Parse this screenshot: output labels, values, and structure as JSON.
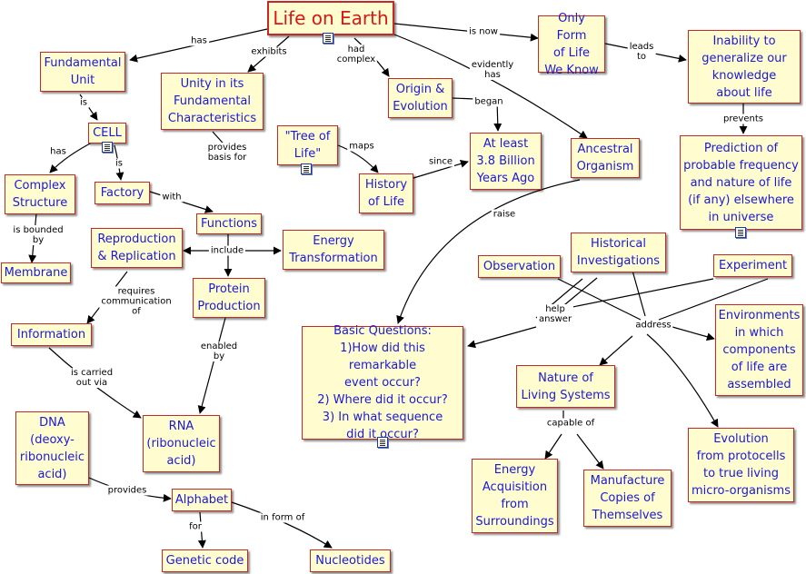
{
  "nodes": {
    "life_on_earth": "Life on Earth",
    "only_form": "Only Form\nof Life\nWe Know",
    "inability": "Inability to\ngeneralize our\nknowledge\nabout life",
    "fundamental_unit": "Fundamental\nUnit",
    "unity": "Unity in its\nFundamental\nCharacteristics",
    "origin": "Origin &\nEvolution",
    "cell": "CELL",
    "tree_of_life": "\"Tree of\nLife\"",
    "at_least": "At least\n3.8 Billion\nYears Ago",
    "ancestral": "Ancestral\nOrganism",
    "prediction": "Prediction of\nprobable frequency\nand nature of life\n(if any) elsewhere\nin  universe",
    "complex_structure": "Complex\nStructure",
    "factory": "Factory",
    "history_of_life": "History\nof Life",
    "functions": "Functions",
    "reproduction": "Reproduction\n&  Replication",
    "energy_transformation": "Energy\nTransformation",
    "membrane": "Membrane",
    "protein": "Protein\nProduction",
    "historical": "Historical\nInvestigations",
    "observation": "Observation",
    "experiment": "Experiment",
    "information": "Information",
    "basic_questions": "Basic Questions:\n1)How did this remarkable\nevent occur?\n2) Where did it occur?\n3) In what sequence\ndid it occur?",
    "environments": "Environments\nin which\ncomponents\nof life are\nassembled",
    "nature": "Nature of\nLiving Systems",
    "dna": "DNA\n(deoxy-\nribonucleic\nacid)",
    "rna": "RNA\n(ribonucleic\nacid)",
    "evolution": "Evolution\nfrom protocells\nto true living\nmicro-organisms",
    "energy_acquisition": "Energy\nAcquisition\nfrom\nSurroundings",
    "manufacture": "Manufacture\nCopies of\nThemselves",
    "alphabet": "Alphabet",
    "genetic_code": "Genetic code",
    "nucleotides": "Nucleotides"
  },
  "link_labels": {
    "has_top": "has",
    "exhibits": "exhibits",
    "had_complex": "had\ncomplex",
    "is_now": "is now",
    "evidently_has": "evidently\nhas",
    "leads_to": "leads\nto",
    "is_cell": "is",
    "began": "began",
    "prevents": "prevents",
    "provides_basis": "provides\nbasis for",
    "maps": "maps",
    "since": "since",
    "has_cell": "has",
    "is_factory": "is",
    "with": "with",
    "is_bounded_by": "is bounded\nby",
    "include": "include",
    "raise": "raise",
    "requires_communication": "requires\ncommunication\nof",
    "enabled_by": "enabled\nby",
    "help_answer": "help\nanswer",
    "address": "address",
    "is_carried": "is carried\nout via",
    "capable_of": "capable of",
    "provides": "provides",
    "for": "for",
    "in_form_of": "in form of"
  },
  "colors": {
    "node_fill": "#fffccf",
    "node_border": "#c62828",
    "node_text": "#1a1ad6",
    "title_text": "#d81818",
    "link_line": "#000000"
  },
  "icons": {
    "attachment": "document-icon"
  }
}
